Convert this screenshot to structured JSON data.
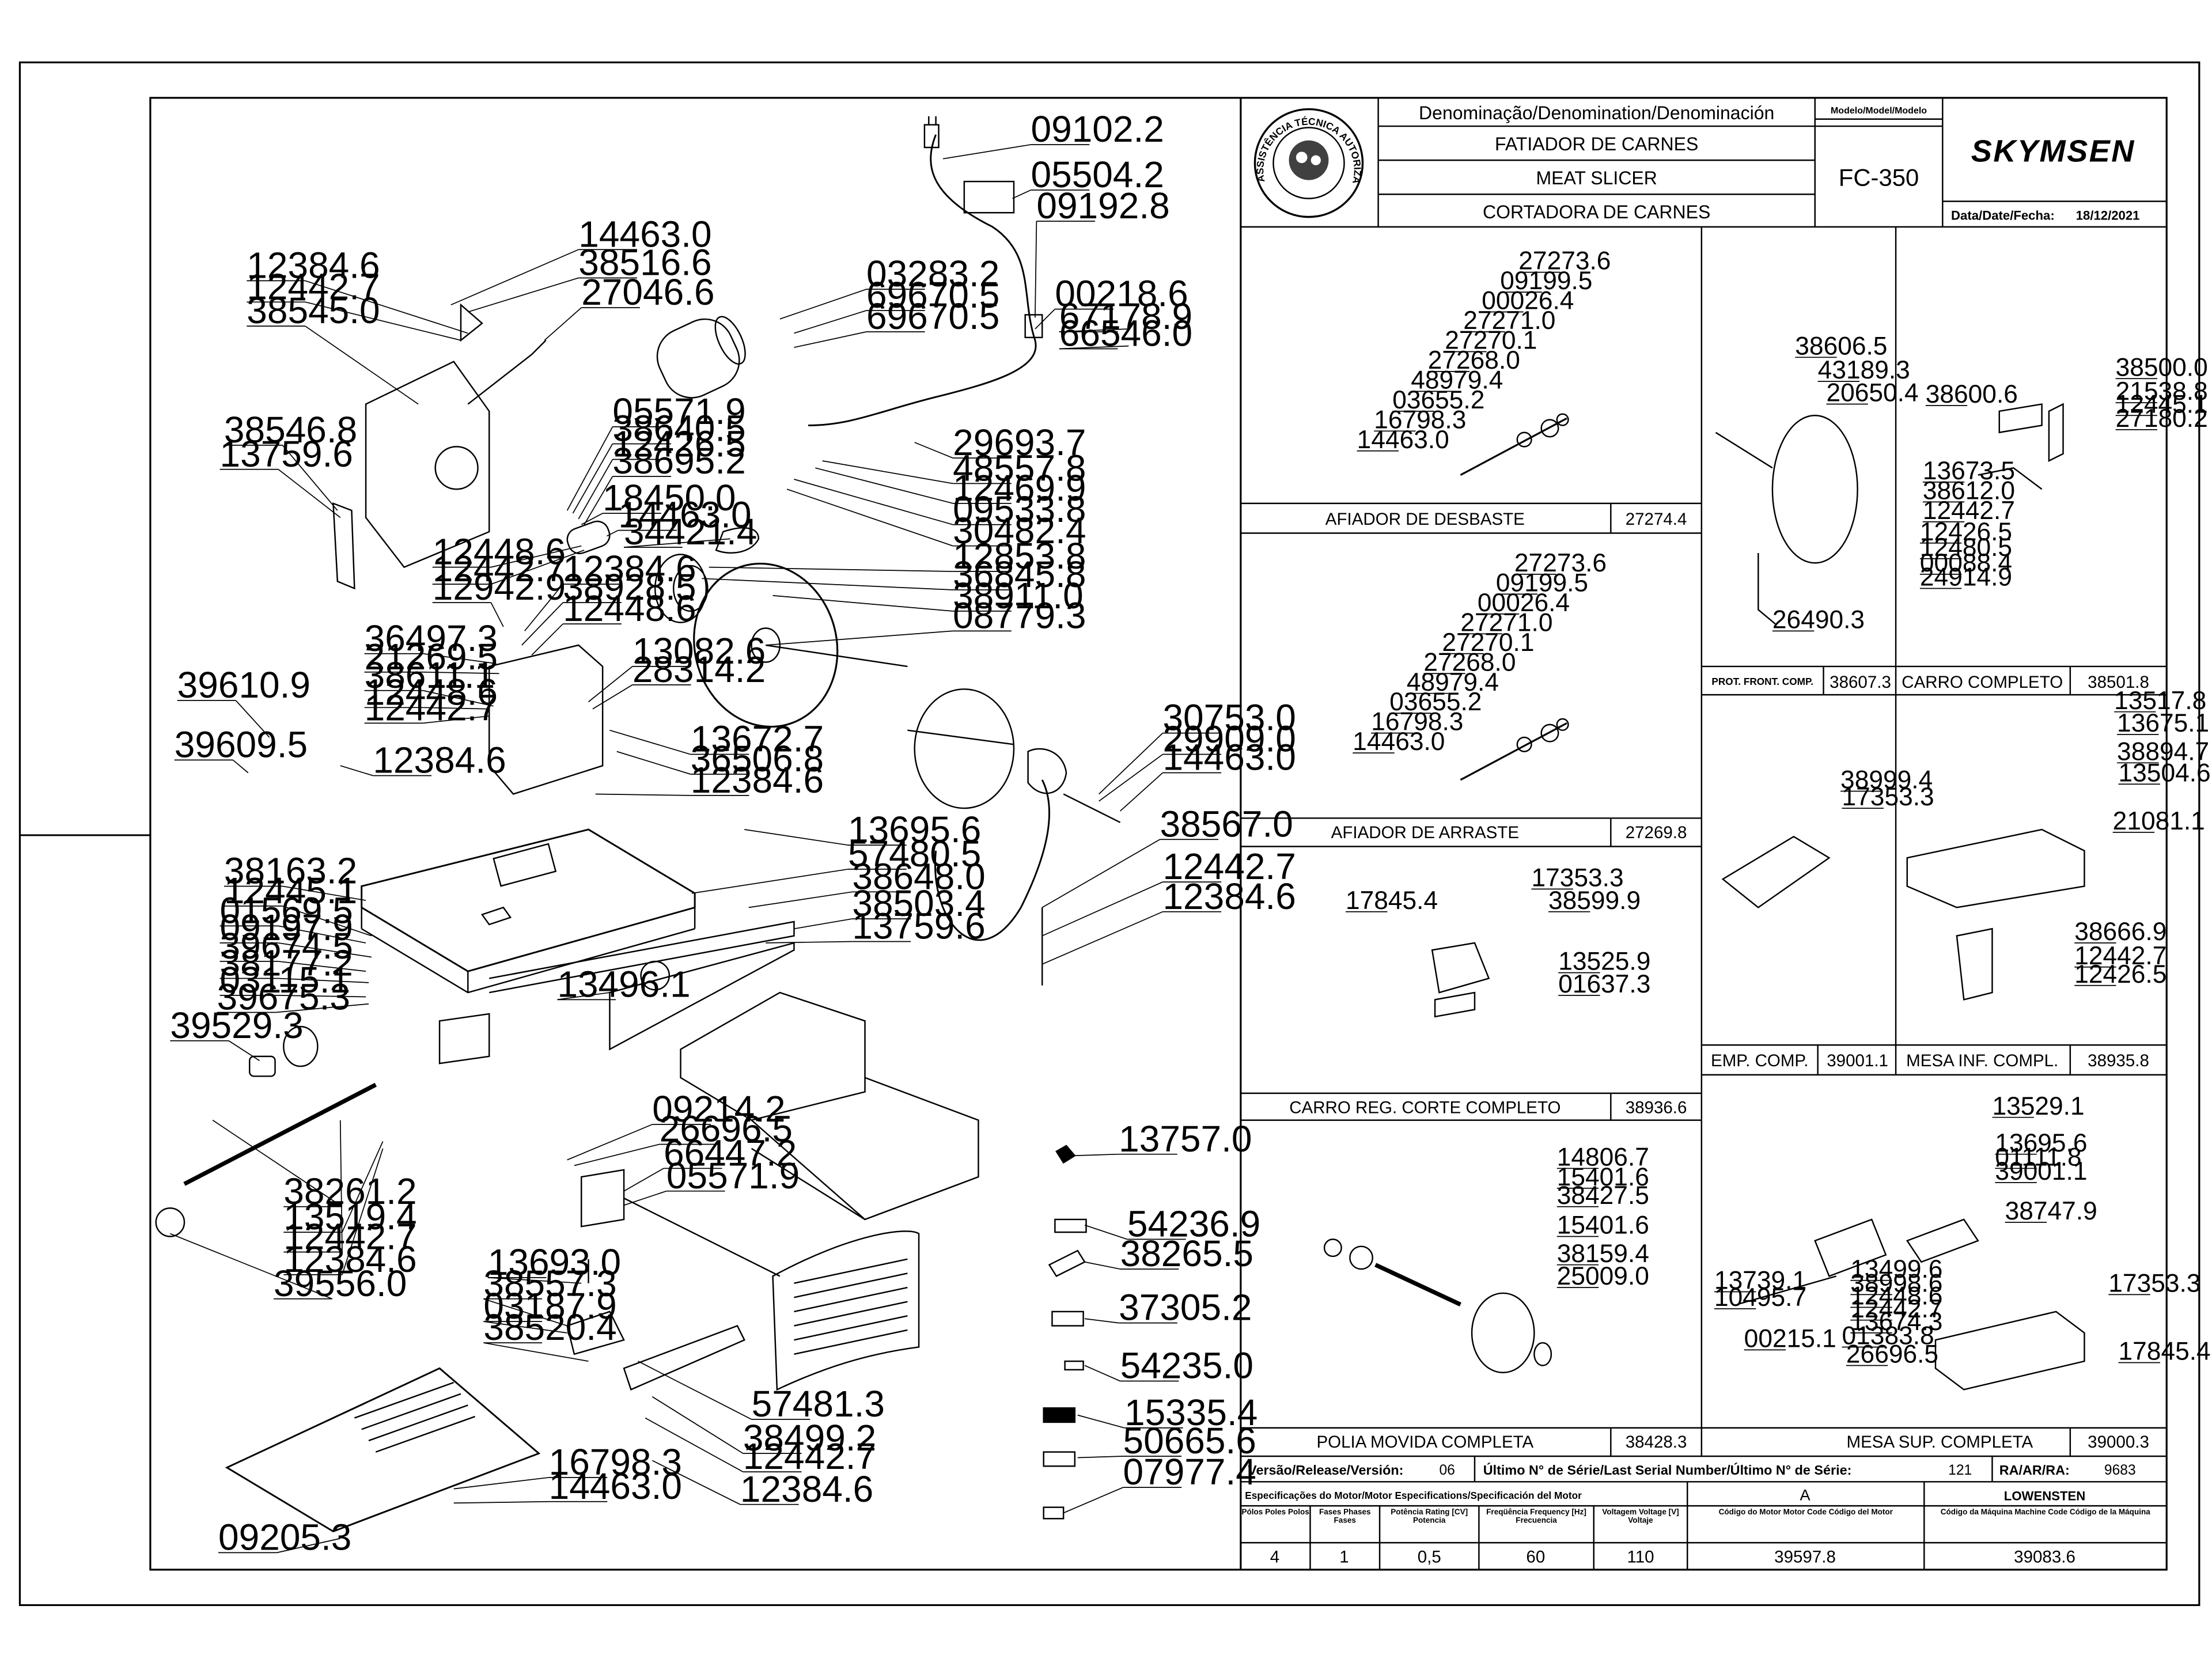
{
  "stamp": {
    "text": "ASSISTÊNCIA TÉCNICA AUTORIZADA"
  },
  "logo": {
    "text": "SKYMSEN"
  },
  "title_block": {
    "denomination_header": "Denominação/Denomination/Denominación",
    "name_pt": "FATIADOR DE CARNES",
    "name_en": "MEAT SLICER",
    "name_es": "CORTADORA DE CARNES",
    "model_header": "Modelo/Model/Modelo",
    "model": "FC-350",
    "date_label": "Data/Date/Fecha:",
    "date": "18/12/2021"
  },
  "main_labels": [
    "09102.2",
    "05504.2",
    "09192.8",
    "14463.0",
    "12384.6",
    "38516.6",
    "12442.7",
    "27046.6",
    "38545.0",
    "03283.2",
    "69670.5",
    "69670.5",
    "00218.6",
    "67178.9",
    "66546.0",
    "05571.9",
    "38640.5",
    "12426.5",
    "38695.2",
    "29693.7",
    "38546.8",
    "13759.6",
    "48557.8",
    "12469.9",
    "18450.0",
    "09533.8",
    "14463.0",
    "30482.4",
    "34421.4",
    "12448.6",
    "12442.7",
    "12384.6",
    "12853.8",
    "12942.9",
    "38928.5",
    "36845.8",
    "12448.6",
    "38911.0",
    "08779.3",
    "36497.3",
    "13082.6",
    "21269.5",
    "28314.2",
    "38611.1",
    "39610.9",
    "12448.6",
    "12442.7",
    "30753.0",
    "29909.0",
    "13672.7",
    "14463.0",
    "36506.8",
    "39609.5",
    "12384.6",
    "12384.6",
    "38567.0",
    "13695.6",
    "38163.2",
    "57480.5",
    "12442.7",
    "12445.1",
    "38648.0",
    "12384.6",
    "01569.5",
    "38503.4",
    "09197.9",
    "13759.6",
    "39674.5",
    "38177.2",
    "03115.1",
    "13496.1",
    "39675.3",
    "39529.3",
    "09214.2",
    "13757.0",
    "26696.5",
    "66447.2",
    "05571.9",
    "38261.2",
    "13519.4",
    "54236.9",
    "12442.7",
    "12384.6",
    "13693.0",
    "38265.5",
    "39556.0",
    "38557.3",
    "37305.2",
    "03187.9",
    "38520.4",
    "54235.0",
    "57481.3",
    "15335.4",
    "38499.2",
    "50665.6",
    "12442.7",
    "16798.3",
    "07977.4",
    "14463.0",
    "12384.6",
    "09205.3"
  ],
  "panels": {
    "afiador_desbaste": {
      "label": "AFIADOR DE DESBASTE",
      "code": "27274.4",
      "parts": [
        "27273.6",
        "09199.5",
        "00026.4",
        "27271.0",
        "27270.1",
        "27268.0",
        "48979.4",
        "03655.2",
        "16798.3",
        "14463.0"
      ]
    },
    "afiador_arraste": {
      "label": "AFIADOR DE ARRASTE",
      "code": "27269.8",
      "parts": [
        "27273.6",
        "09199.5",
        "00026.4",
        "27271.0",
        "27270.1",
        "27268.0",
        "48979.4",
        "03655.2",
        "16798.3",
        "14463.0"
      ]
    },
    "prot_front": {
      "label": "PROT. FRONT. COMP.",
      "code": "38607.3",
      "parts": [
        "38606.5",
        "43189.3",
        "20650.4",
        "26490.3"
      ]
    },
    "carro_completo": {
      "label": "CARRO COMPLETO",
      "code": "38501.8",
      "parts": [
        "38600.6",
        "38500.0",
        "21538.8",
        "12445.1",
        "27180.2",
        "13673.5",
        "38612.0",
        "12442.7",
        "12426.5",
        "12480.5",
        "00088.4",
        "24914.9"
      ]
    },
    "carro_reg": {
      "label": "CARRO REG. CORTE COMPLETO",
      "code": "38936.6",
      "parts": [
        "17353.3",
        "17845.4",
        "38599.9",
        "13525.9",
        "01637.3"
      ]
    },
    "emp_comp": {
      "label": "EMP. COMP.",
      "code": "39001.1",
      "parts": [
        "38999.4",
        "17353.3"
      ]
    },
    "mesa_inf": {
      "label": "MESA INF. COMPL.",
      "code": "38935.8",
      "parts": [
        "13517.8",
        "13675.1",
        "38894.7",
        "13504.6",
        "21081.1",
        "38666.9",
        "12442.7",
        "12426.5"
      ]
    },
    "polia": {
      "label": "POLIA MOVIDA COMPLETA",
      "code": "38428.3",
      "parts": [
        "14806.7",
        "15401.6",
        "38427.5",
        "15401.6",
        "38159.4",
        "25009.0"
      ]
    },
    "mesa_sup": {
      "label": "MESA SUP. COMPLETA",
      "code": "39000.3",
      "parts": [
        "13529.1",
        "13695.6",
        "01111.8",
        "39001.1",
        "38747.9",
        "13739.1",
        "10495.7",
        "00215.1",
        "13499.6",
        "38998.6",
        "12448.6",
        "12442.7",
        "13674.3",
        "01383.8",
        "26696.5",
        "17353.3",
        "17845.4"
      ]
    }
  },
  "release_row": {
    "version_label": "Versão/Release/Versión:",
    "version": "06",
    "serial_label": "Último N° de Série/Last Serial Number/Último N° de Série:",
    "serial": "121",
    "ra_label": "RA/AR/RA:",
    "ra": "9683"
  },
  "motor": {
    "spec_label": "Especificações do Motor/Motor Especifications/Specificación del Motor",
    "letter": "A",
    "brand": "LOWENSTEN",
    "h_poles": "Pólos Poles Polos",
    "h_phases": "Fases Phases Fases",
    "h_rating": "Potência Rating [CV] Potencia",
    "h_freq": "Freqüência Frequency [Hz] Frecuencia",
    "h_voltage": "Voltagem Voltage [V] Voltaje",
    "h_motor_code": "Código do Motor Motor Code Código del Motor",
    "h_machine_code": "Código da Máquina Machine Code Código de la Máquina",
    "poles": "4",
    "phases": "1",
    "rating": "0,5",
    "frequency": "60",
    "voltage": "110",
    "motor_code": "39597.8",
    "machine_code": "39083.6"
  }
}
